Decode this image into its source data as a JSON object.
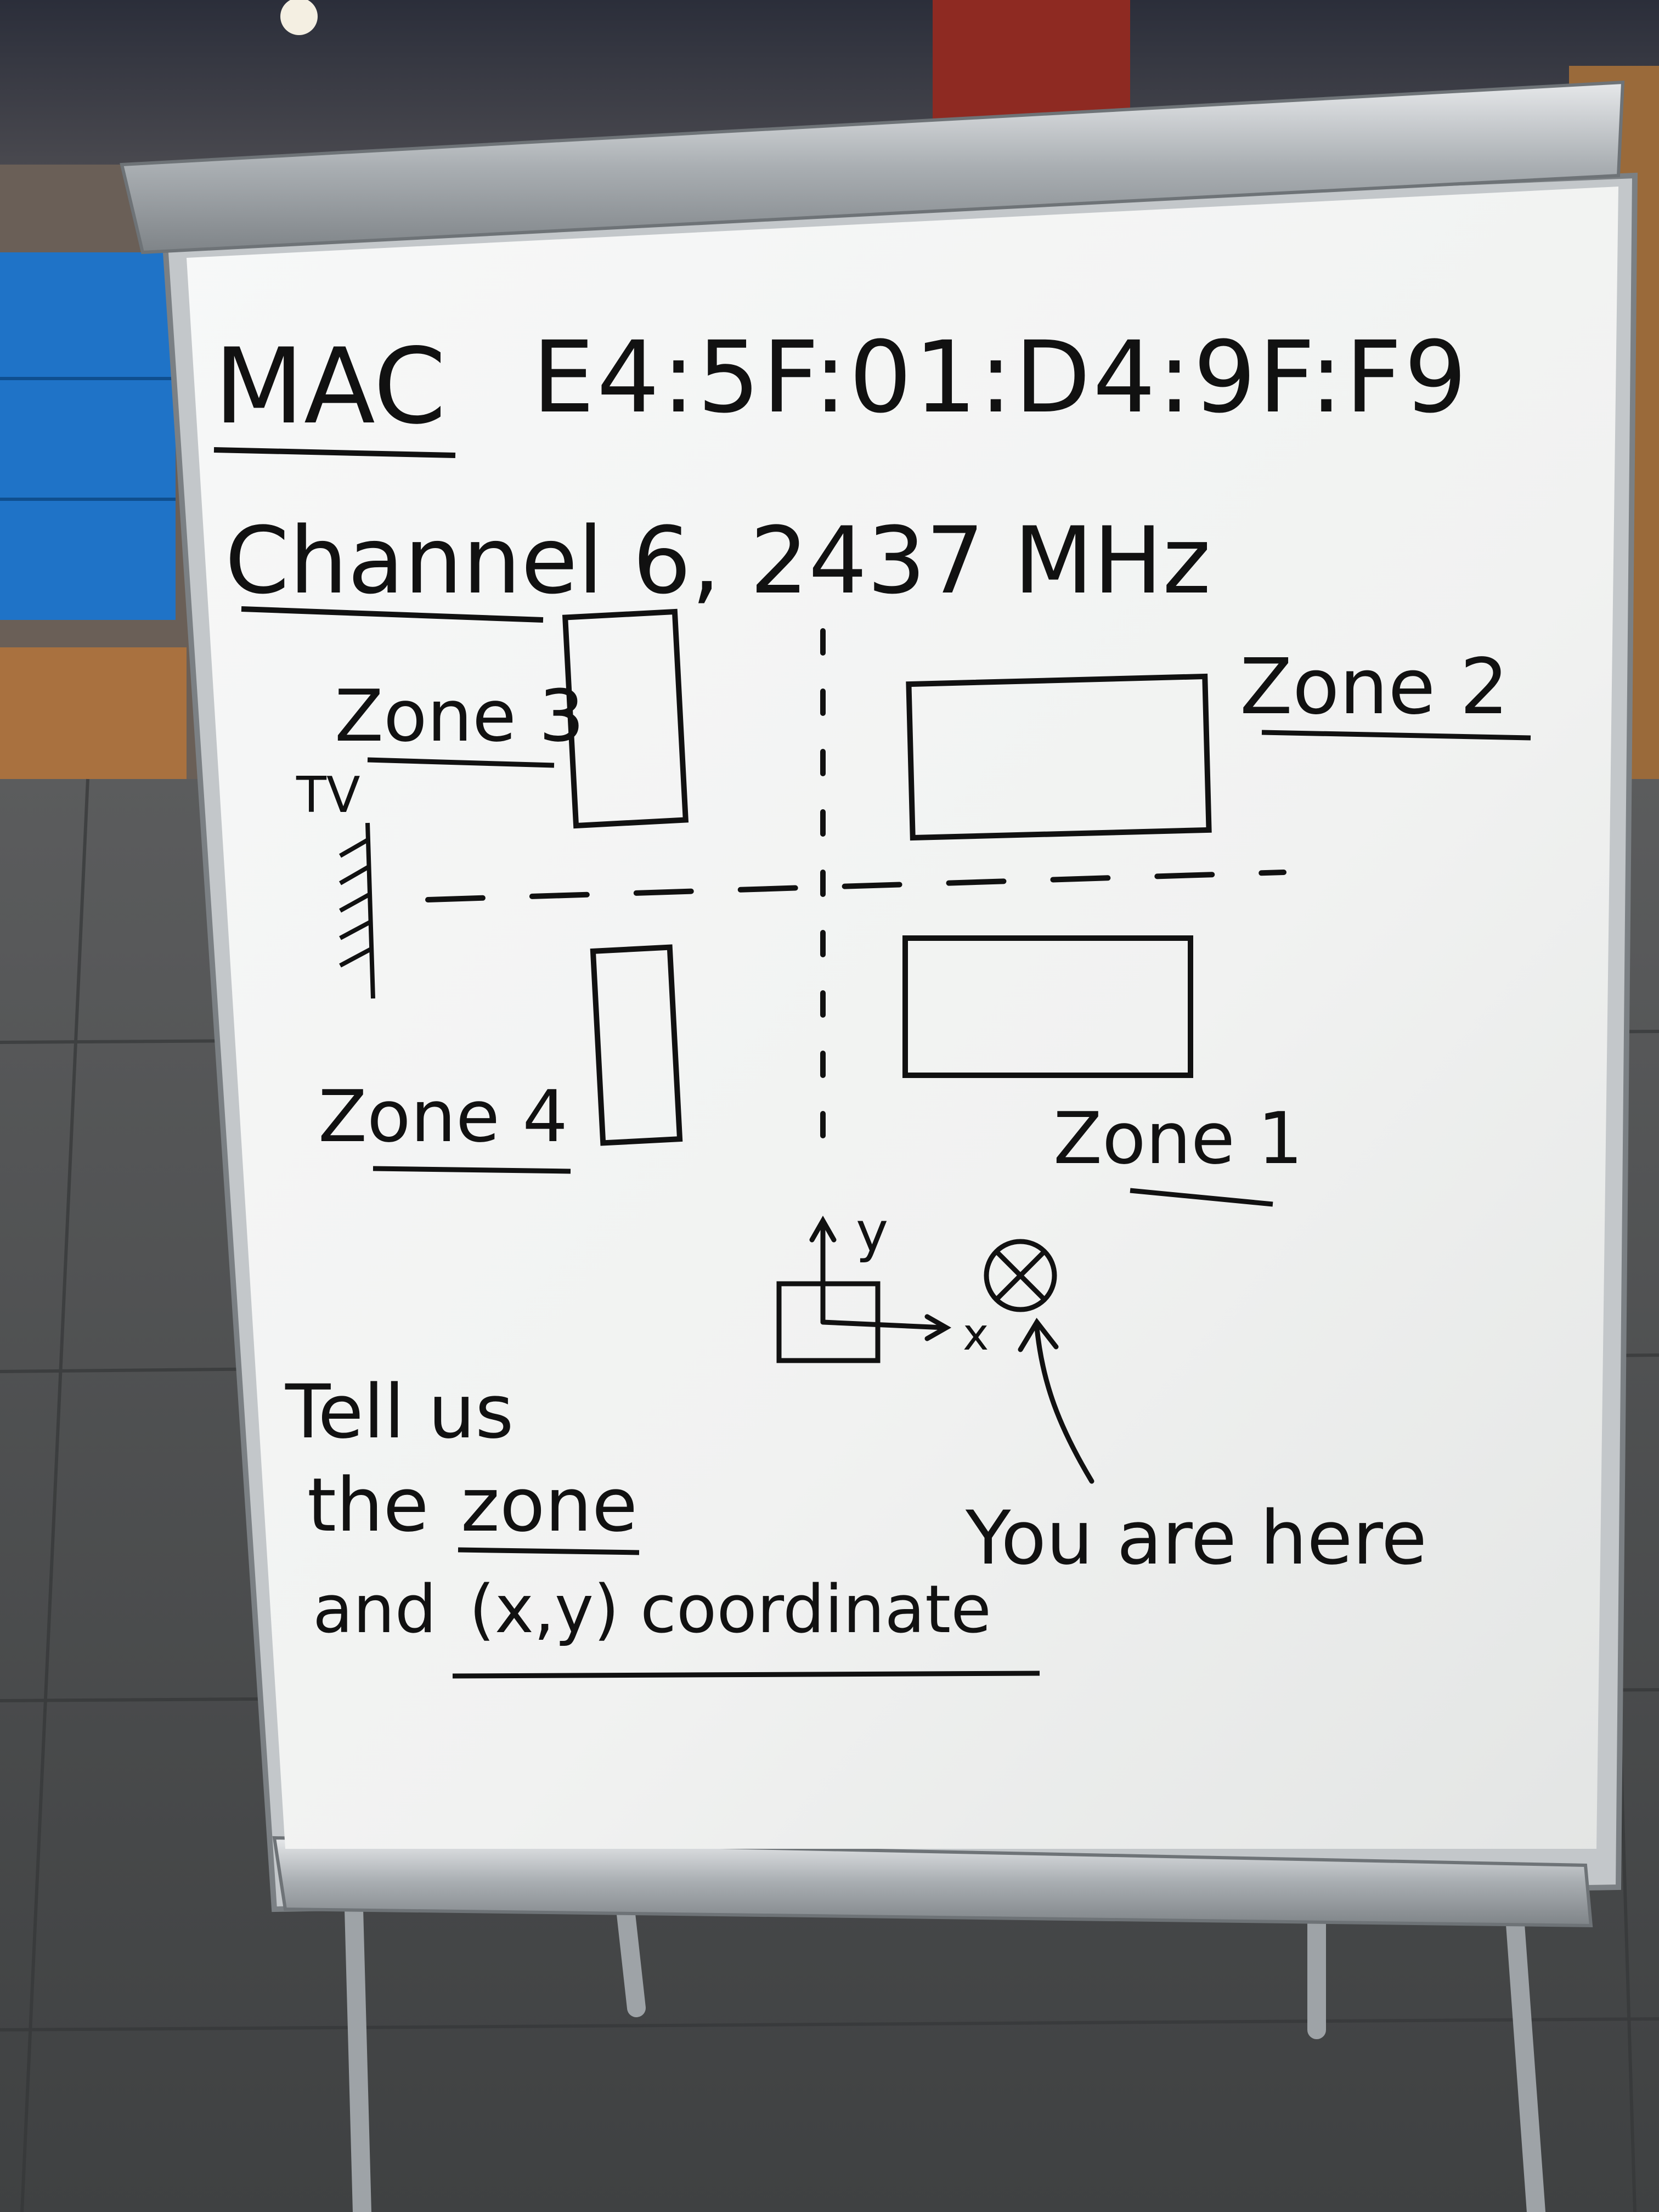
{
  "board": {
    "mac_label": "MAC",
    "mac_value": "E4:5F:01:D4:9F:F9",
    "channel": "Channel 6, 2437 MHz",
    "zones": {
      "zone1": "Zone 1",
      "zone2": "Zone 2",
      "zone3": "Zone 3",
      "zone4": "Zone 4"
    },
    "tv_label": "TV",
    "axis_y": "y",
    "axis_x": "x",
    "you_are_here": "You are here",
    "instructions": {
      "line1": "Tell us",
      "line2_prefix": "the",
      "line2_zone": "zone",
      "line3_prefix": "and",
      "line3_rest": "(x,y) coordinate"
    }
  },
  "colors": {
    "board": "#f4f5f4",
    "ink": "#111111",
    "frame": "#aeb3b7",
    "floor": "#4f5152",
    "wall": "#7a6a5a",
    "screen": "#1f73c7"
  }
}
